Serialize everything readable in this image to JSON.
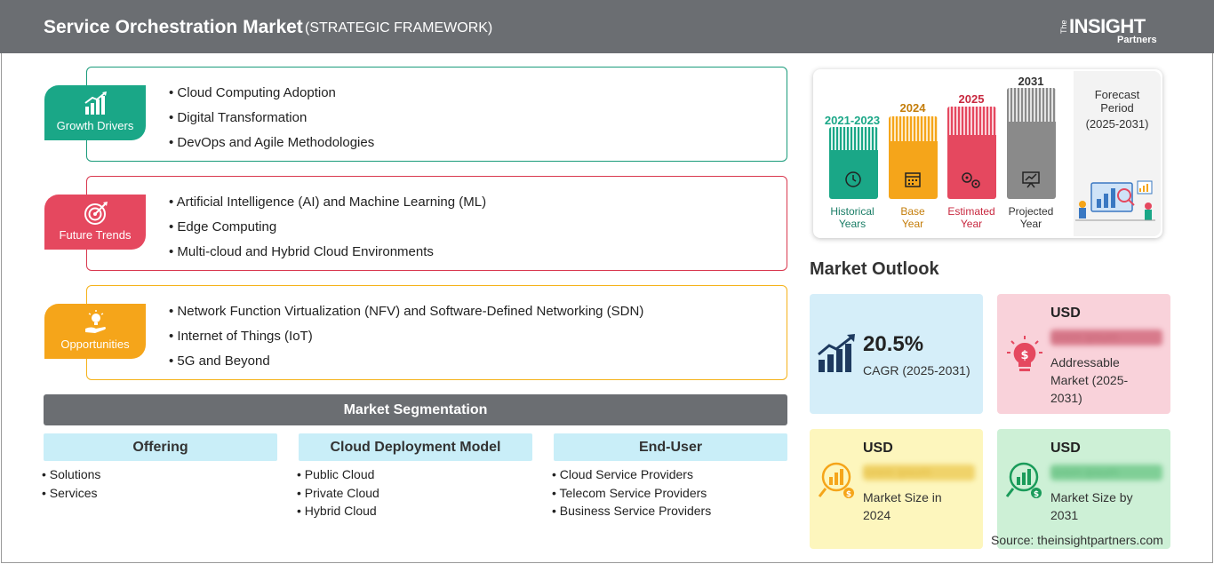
{
  "header": {
    "title": "Service Orchestration Market",
    "subtitle": "(STRATEGIC FRAMEWORK)",
    "logo_the": "The",
    "logo_insight": "INSIGHT",
    "logo_partners": "Partners"
  },
  "framework": {
    "growth_drivers": {
      "label": "Growth Drivers",
      "items": [
        "Cloud Computing Adoption",
        "Digital Transformation",
        "DevOps and Agile Methodologies"
      ]
    },
    "future_trends": {
      "label": "Future Trends",
      "items": [
        "Artificial Intelligence (AI) and Machine Learning (ML)",
        "Edge Computing",
        "Multi-cloud and Hybrid Cloud Environments"
      ]
    },
    "opportunities": {
      "label": "Opportunities",
      "items": [
        "Network Function Virtualization (NFV) and Software-Defined Networking (SDN)",
        "Internet of Things (IoT)",
        "5G and Beyond"
      ]
    }
  },
  "segmentation": {
    "title": "Market Segmentation",
    "columns": [
      {
        "heading": "Offering",
        "items": [
          "Solutions",
          "Services"
        ]
      },
      {
        "heading": "Cloud Deployment Model",
        "items": [
          "Public Cloud",
          "Private Cloud",
          "Hybrid Cloud"
        ]
      },
      {
        "heading": "End-User",
        "items": [
          "Cloud Service Providers",
          "Telecom Service Providers",
          "Business Service Providers"
        ]
      }
    ]
  },
  "timeline": {
    "periods": [
      {
        "year": "2021-2023",
        "caption1": "Historical",
        "caption2": "Years",
        "color": "#1aa787",
        "icon": "history-icon"
      },
      {
        "year": "2024",
        "caption1": "Base",
        "caption2": "Year",
        "color": "#f5a51a",
        "icon": "calendar-icon"
      },
      {
        "year": "2025",
        "caption1": "Estimated",
        "caption2": "Year",
        "color": "#e5485f",
        "icon": "gears-icon"
      },
      {
        "year": "2031",
        "caption1": "Projected",
        "caption2": "Year",
        "color": "#8a8a8a",
        "icon": "presentation-icon"
      }
    ],
    "forecast_line1": "Forecast",
    "forecast_line2": "Period",
    "forecast_line3": "(2025-2031)"
  },
  "outlook": {
    "title": "Market Outlook",
    "cagr": {
      "value": "20.5%",
      "label": "CAGR (2025-2031)"
    },
    "addressable": {
      "currency": "USD",
      "blurred": "lorem ipsum",
      "label_line1": "Addressable",
      "label_line2": "Market (2025-",
      "label_line3": "2031)"
    },
    "size_2024": {
      "currency": "USD",
      "blurred": "lorem ipsum",
      "label_line1": "Market Size in",
      "label_line2": "2024"
    },
    "size_2031": {
      "currency": "USD",
      "blurred": "lorem ipsum",
      "label_line1": "Market Size by",
      "label_line2": "2031"
    }
  },
  "source": "Source: theinsightpartners.com",
  "colors": {
    "header": "#6b6e72",
    "green": "#1aa787",
    "red": "#e5485f",
    "orange": "#f5a51a",
    "navy": "#1e3a5f"
  }
}
